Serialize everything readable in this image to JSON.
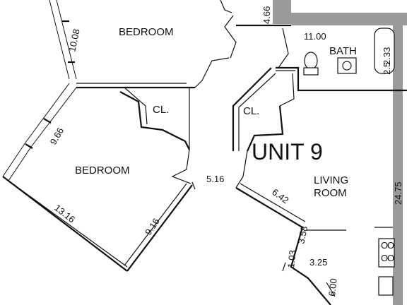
{
  "unit": {
    "title": "UNIT 9"
  },
  "rooms": {
    "bedroom_top": "BEDROOM",
    "bedroom_left": "BEDROOM",
    "closet_left": "CL.",
    "closet_center": "CL.",
    "bath": "BATH",
    "living_line1": "LIVING",
    "living_line2": "ROOM"
  },
  "dimensions": {
    "d_1008": "10.08",
    "d_466": "4.66",
    "d_1100": "11.00",
    "d_233": "2.33",
    "d_25": "2.5",
    "d_966": "9.66",
    "d_1316": "13.16",
    "d_916": "9.16",
    "d_516": "5.16",
    "d_642": "6.42",
    "d_358": "3.58",
    "d_103": "1.03",
    "d_325": "3.25",
    "d_600": "6.00",
    "d_2475": "24.75"
  },
  "fixtures": {
    "range_burners": [
      "O",
      "O",
      "O",
      "O"
    ]
  }
}
